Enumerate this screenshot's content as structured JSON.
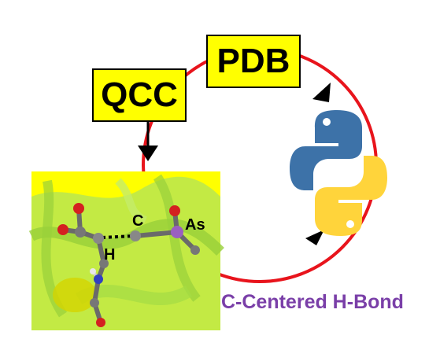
{
  "labels": {
    "pdb": "PDB",
    "qcc": "QCC",
    "caption": "C-Centered H-Bond"
  },
  "molecule_labels": {
    "carbon": "C",
    "hydrogen": "H",
    "arsenic": "As"
  },
  "icons": {
    "database": "python-logo-icon"
  },
  "colors": {
    "cycle_line": "#e8141c",
    "label_fill": "#ffff00",
    "caption": "#7a3fa8",
    "python_blue": "#3d72a8",
    "python_yellow": "#ffd43b",
    "protein_bg": "#ffff00",
    "protein_ribbon": "#a8e04a"
  }
}
